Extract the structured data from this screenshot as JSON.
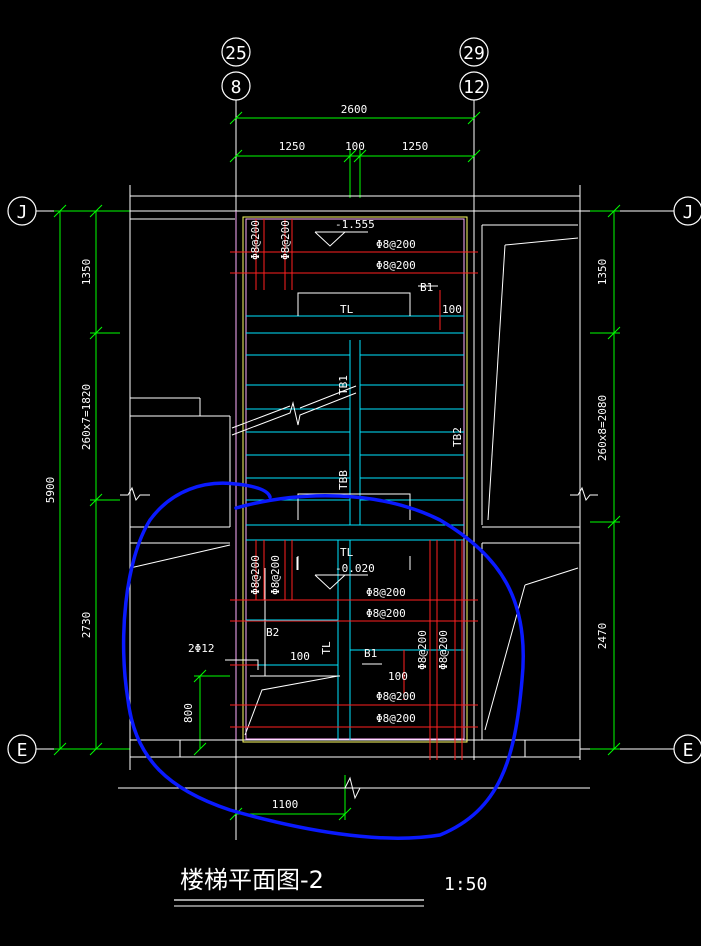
{
  "colors": {
    "background": "#000000",
    "wall": "#ffffff",
    "dimension": "#00ff00",
    "rebar": "#ff2020",
    "stair": "#00ffff",
    "outline": "#ffff00",
    "beam": "#ffb0ff",
    "annotation_circle": "#0a1aff"
  },
  "grid": {
    "col_top_25": "25",
    "col_bottom_8": "8",
    "col_top_29": "29",
    "col_bottom_12": "12",
    "row_j_left": "J",
    "row_j_right": "J",
    "row_e_left": "E",
    "row_e_right": "E"
  },
  "dimensions": {
    "total_width": "2600",
    "left_half": "1250",
    "gap": "100",
    "right_half": "1250",
    "left_total": "5900",
    "left_top": "1350",
    "left_mid": "260x7=1820",
    "left_bot": "2730",
    "right_top": "1350",
    "right_mid": "260x8=2080",
    "right_bot": "2470",
    "bottom_width": "1100",
    "small_height": "800"
  },
  "labels": {
    "elev_top": "-1.555",
    "elev_mid": "-0.020",
    "rebar_top_1": "Φ8@200",
    "rebar_top_2": "Φ8@200",
    "rebar_top_v1": "Φ8@200",
    "rebar_top_v2": "Φ8@200",
    "b1_top": "B1",
    "b1_top_100": "100",
    "tl_top": "TL",
    "tb1": "TB1",
    "tb2": "TB2",
    "tbb": "TBB",
    "tl_mid": "TL",
    "rebar_mid_1": "Φ8@200",
    "rebar_mid_2": "Φ8@200",
    "rebar_mid_v1": "Φ8@200",
    "rebar_mid_v2": "Φ8@200",
    "b2": "B2",
    "b2_100": "100",
    "tl_left": "TL",
    "bar_2phi12": "2Φ12",
    "b1_mid": "B1",
    "b1_mid_100": "100",
    "rebar_low_1": "Φ8@200",
    "rebar_low_2": "Φ8@200",
    "rebar_right_v1": "Φ8@200",
    "rebar_right_v2": "Φ8@200"
  },
  "title": {
    "name": "楼梯平面图-2",
    "scale": "1:50"
  }
}
